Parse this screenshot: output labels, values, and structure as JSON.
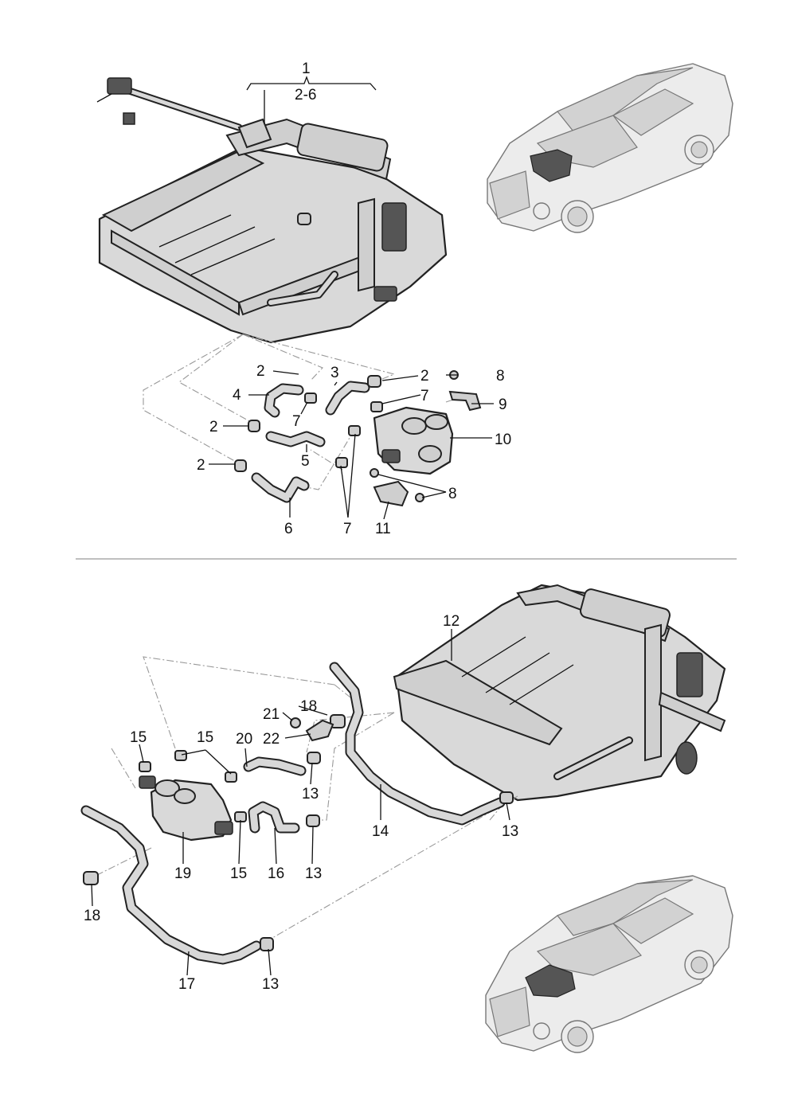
{
  "callouts": {
    "c1": "1",
    "c2_6": "2-6",
    "c2a": "2",
    "c2b": "2",
    "c2c": "2",
    "c2d": "2",
    "c3": "3",
    "c4": "4",
    "c5": "5",
    "c6": "6",
    "c7a": "7",
    "c7b": "7",
    "c7c": "7",
    "c8a": "8",
    "c8b": "8",
    "c9": "9",
    "c10": "10",
    "c11": "11",
    "c12": "12",
    "c13a": "13",
    "c13b": "13",
    "c13c": "13",
    "c13d": "13",
    "c14": "14",
    "c15a": "15",
    "c15b": "15",
    "c15c": "15",
    "c16": "16",
    "c17": "17",
    "c18a": "18",
    "c18b": "18",
    "c19": "19",
    "c20": "20",
    "c21": "21",
    "c22": "22"
  },
  "colors": {
    "line": "#111111",
    "part_fill": "#d9d9d9",
    "highlight": "#555555",
    "dash": "#999999"
  }
}
